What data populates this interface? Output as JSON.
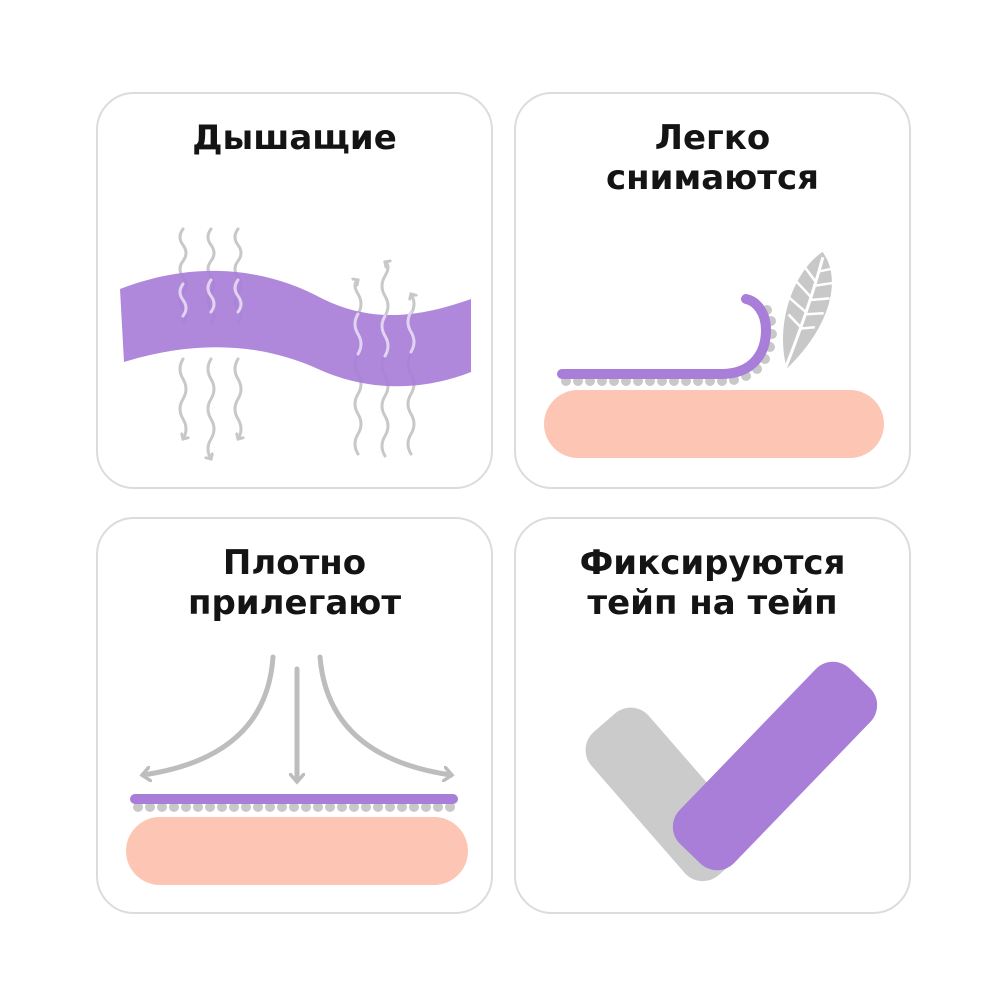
{
  "features": [
    {
      "title_lines": [
        "Дышащие"
      ],
      "icon": "breathable-fabric-icon"
    },
    {
      "title_lines": [
        "Легко",
        "снимаются"
      ],
      "icon": "easy-peel-icon"
    },
    {
      "title_lines": [
        "Плотно",
        "прилегают"
      ],
      "icon": "tight-fit-icon"
    },
    {
      "title_lines": [
        "Фиксируются",
        "тейп на тейп"
      ],
      "icon": "tape-on-tape-icon"
    }
  ],
  "colors": {
    "accent": "#a87ed9",
    "skin": "#fdc5b4",
    "arrow": "#c8c8c8",
    "border": "#dcdcdc",
    "text": "#141414"
  }
}
